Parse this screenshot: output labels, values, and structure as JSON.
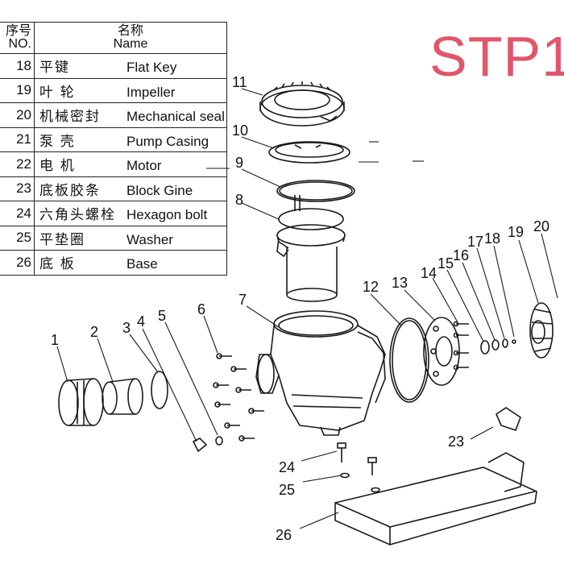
{
  "title": "STP1",
  "table": {
    "header_no_zh": "序号",
    "header_no_en": "NO.",
    "header_name_zh": "名称",
    "header_name_en": "Name",
    "rows": [
      {
        "no": "18",
        "zh": "平键",
        "en": "Flat Key"
      },
      {
        "no": "19",
        "zh": "叶 轮",
        "en": "Impeller"
      },
      {
        "no": "20",
        "zh": "机械密封",
        "en": "Mechanical seal"
      },
      {
        "no": "21",
        "zh": "泵 壳",
        "en": "Pump Casing"
      },
      {
        "no": "22",
        "zh": "电 机",
        "en": "Motor"
      },
      {
        "no": "23",
        "zh": "底板胶条",
        "en": "Block Gine"
      },
      {
        "no": "24",
        "zh": "六角头螺栓",
        "en": "Hexagon bolt"
      },
      {
        "no": "25",
        "zh": "平垫圈",
        "en": "Washer"
      },
      {
        "no": "26",
        "zh": "底 板",
        "en": "Base"
      }
    ]
  },
  "callouts": [
    "1",
    "2",
    "3",
    "4",
    "5",
    "6",
    "7",
    "8",
    "9",
    "10",
    "11",
    "12",
    "13",
    "14",
    "15",
    "16",
    "17",
    "18",
    "19",
    "20",
    "23",
    "24",
    "25",
    "26"
  ]
}
